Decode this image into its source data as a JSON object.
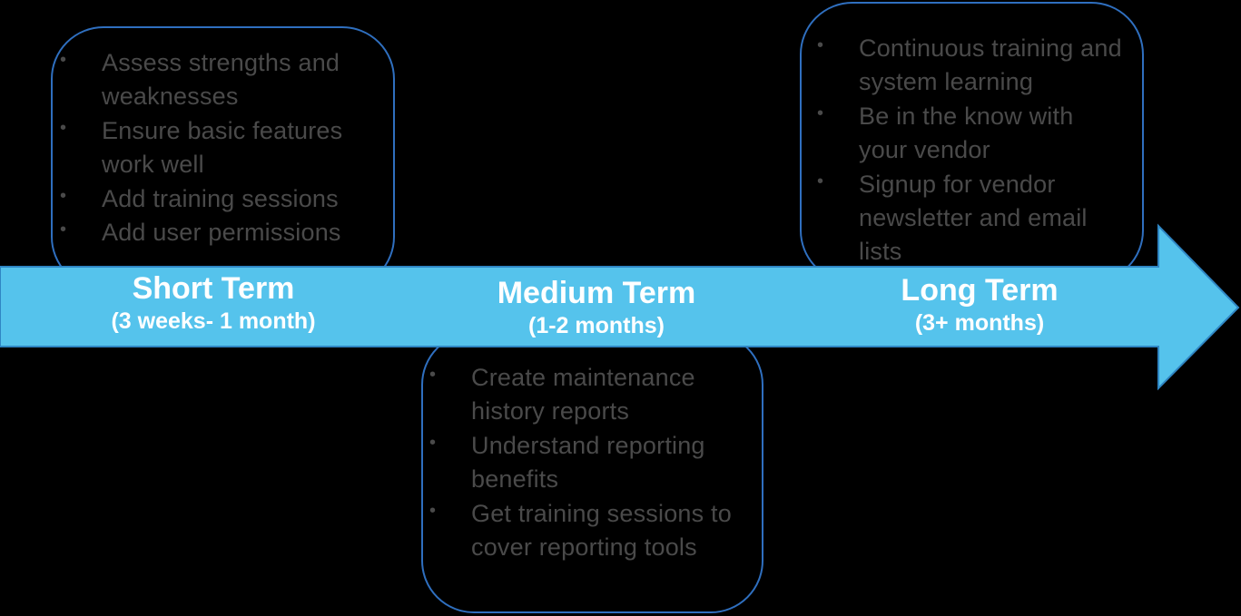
{
  "colors": {
    "background": "#000000",
    "arrow_fill": "#55c3ec",
    "arrow_stroke": "#2f86c4",
    "box_border": "#2f6fbf",
    "bullet_text": "#4a4a4a",
    "phase_text": "#ffffff"
  },
  "phases": [
    {
      "title": "Short Term",
      "duration": "(3 weeks- 1 month)",
      "items": [
        "Assess strengths and weaknesses",
        "Ensure basic features work well",
        "Add training sessions",
        "Add user permissions"
      ]
    },
    {
      "title": "Medium Term",
      "duration": "(1-2 months)",
      "items": [
        "Create maintenance history reports",
        "Understand reporting benefits",
        "Get training sessions to cover reporting tools"
      ]
    },
    {
      "title": "Long Term",
      "duration": "(3+ months)",
      "items": [
        "Continuous training and system learning",
        "Be in the know with your vendor",
        "Signup for vendor newsletter and email lists"
      ]
    }
  ]
}
